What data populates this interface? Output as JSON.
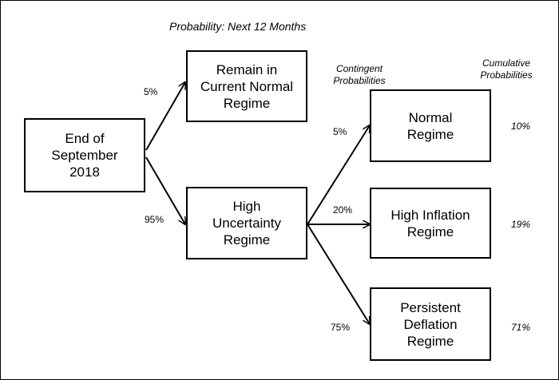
{
  "title": "Probability: Next 12 Months",
  "headers": {
    "contingent": "Contingent\nProbabilities",
    "cumulative": "Cumulative\nProbabilities"
  },
  "nodes": {
    "start": "End of\nSeptember\n2018",
    "remain": "Remain in\nCurrent Normal\nRegime",
    "high_uncertainty": "High\nUncertainty\nRegime",
    "normal": "Normal\nRegime",
    "high_inflation": "High Inflation\nRegime",
    "deflation": "Persistent\nDeflation\nRegime"
  },
  "edges": {
    "start_to_remain": "5%",
    "start_to_high_uncertainty": "95%",
    "hu_to_normal": "5%",
    "hu_to_inflation": "20%",
    "hu_to_deflation": "75%"
  },
  "cumulative": {
    "normal": "10%",
    "high_inflation": "19%",
    "deflation": "71%"
  }
}
